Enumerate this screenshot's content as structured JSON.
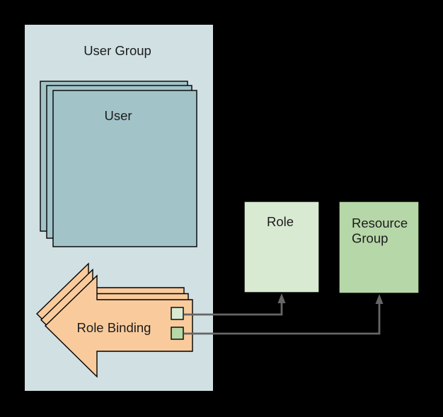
{
  "diagram": {
    "background_color": "#000000",
    "shape_border_color": "#000000",
    "connector_color": "#666666",
    "user_group": {
      "label": "User Group",
      "fill": "#d0e0e3"
    },
    "user_stack": {
      "label": "User",
      "fill": "#a2c4c9",
      "stack_count": 3
    },
    "role_binding": {
      "label": "Role Binding",
      "fill": "#f9cb9c",
      "stack_count": 3,
      "ports": [
        {
          "name": "role-port",
          "fill": "#d9ead3"
        },
        {
          "name": "resource-group-port",
          "fill": "#b6d7a8"
        }
      ]
    },
    "role": {
      "label": "Role",
      "fill": "#d9ead3"
    },
    "resource_group": {
      "label": "Resource Group",
      "label_line1": "Resource",
      "label_line2": "Group",
      "fill": "#b6d7a8"
    },
    "connectors": [
      {
        "from": "role-binding-port-1",
        "to": "role",
        "style": "elbow-arrow"
      },
      {
        "from": "role-binding-port-2",
        "to": "resource-group",
        "style": "elbow-arrow"
      }
    ]
  }
}
